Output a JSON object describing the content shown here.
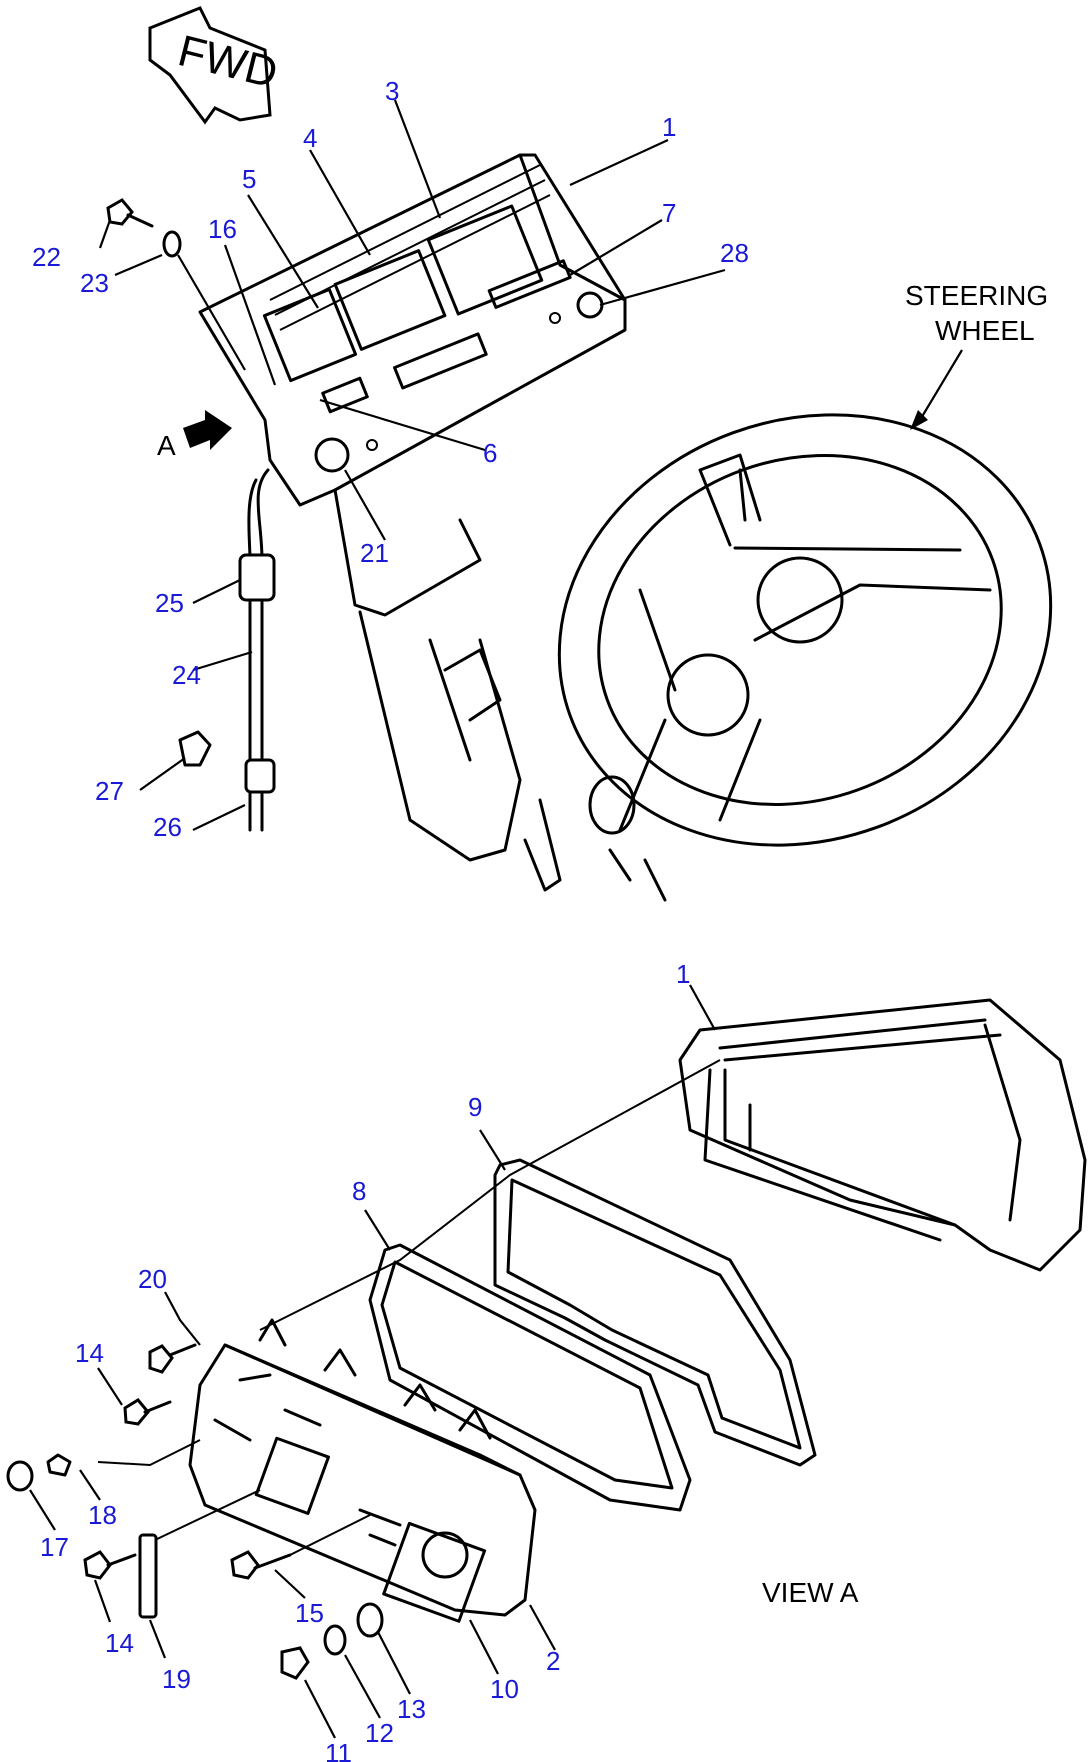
{
  "labels": {
    "fwd": "FWD",
    "steering_wheel_line1": "STEERING",
    "steering_wheel_line2": "WHEEL",
    "view_marker": "A",
    "view_caption": "VIEW A"
  },
  "callouts": [
    "1",
    "3",
    "4",
    "5",
    "16",
    "7",
    "28",
    "22",
    "23",
    "6",
    "21",
    "25",
    "24",
    "27",
    "26",
    "1",
    "9",
    "8",
    "20",
    "14",
    "18",
    "17",
    "14",
    "19",
    "15",
    "11",
    "12",
    "13",
    "10",
    "2"
  ],
  "colors": {
    "callout": "#1a1ad6",
    "line": "#000000",
    "background": "#ffffff"
  }
}
